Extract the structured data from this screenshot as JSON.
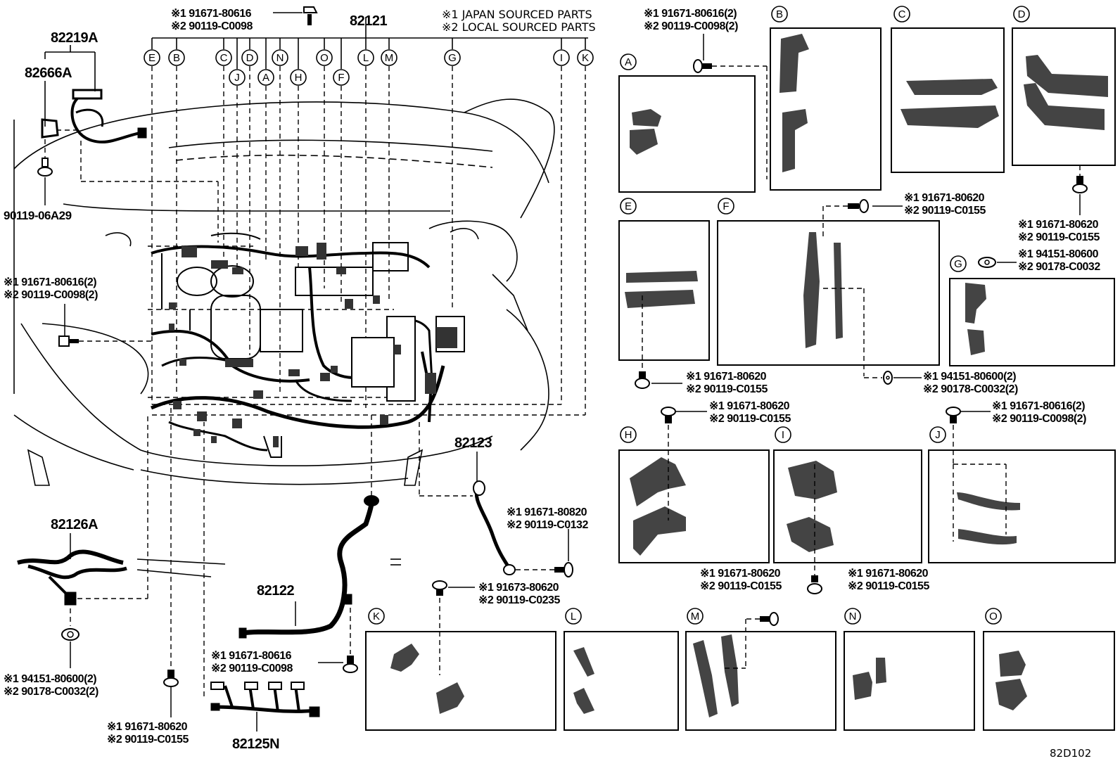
{
  "header": {
    "note1": "※1 JAPAN SOURCED PARTS",
    "note2": "※2 LOCAL SOURCED PARTS",
    "main_part": "82121",
    "top_bolt_1": "※1 91671-80616",
    "top_bolt_2": "※2 90119-C0098"
  },
  "left": {
    "p82219A": "82219A",
    "p82666A": "82666A",
    "p90119_06A29": "90119-06A29",
    "bolt_a_1": "※1 91671-80616(2)",
    "bolt_a_2": "※2 90119-C0098(2)",
    "p82126A": "82126A",
    "nut_a_1": "※1 94151-80600(2)",
    "nut_a_2": "※2 90178-C0032(2)",
    "bolt_b_1": "※1 91671-80620",
    "bolt_b_2": "※2 90119-C0155",
    "p82125N": "82125N",
    "p82122": "82122",
    "bolt_c_1": "※1 91671-80616",
    "bolt_c_2": "※2 90119-C0098",
    "p82123": "82123",
    "bolt_d_1": "※1 91671-80820",
    "bolt_d_2": "※2 90119-C0132",
    "bolt_e_1": "※1 91673-80620",
    "bolt_e_2": "※2 90119-C0235"
  },
  "callouts_top": [
    "E",
    "B",
    "C",
    "J",
    "D",
    "A",
    "N",
    "H",
    "O",
    "F",
    "L",
    "M",
    "G",
    "I",
    "K"
  ],
  "detail": {
    "bolt_B_1": "※1 91671-80616(2)",
    "bolt_B_2": "※2 90119-C0098(2)",
    "bolt_F_1": "※1 91671-80620",
    "bolt_F_2": "※2 90119-C0155",
    "bolt_D_1": "※1 91671-80620",
    "bolt_D_2": "※2 90119-C0155",
    "nut_G_1": "※1 94151-80600",
    "nut_G_2": "※2 90178-C0032",
    "bolt_E_1": "※1 91671-80620",
    "bolt_E_2": "※2 90119-C0155",
    "nut_F2_1": "※1 94151-80600(2)",
    "nut_F2_2": "※2 90178-C0032(2)",
    "bolt_H_1": "※1 91671-80620",
    "bolt_H_2": "※2 90119-C0155",
    "bolt_J_1": "※1 91671-80616(2)",
    "bolt_J_2": "※2 90119-C0098(2)",
    "bolt_HI_1": "※1 91671-80620",
    "bolt_HI_2": "※2 90119-C0155",
    "bolt_I_1": "※1 91671-80620",
    "bolt_I_2": "※2 90119-C0155",
    "boxes": [
      "A",
      "B",
      "C",
      "D",
      "E",
      "F",
      "G",
      "H",
      "I",
      "J",
      "K",
      "L",
      "M",
      "N",
      "O"
    ]
  },
  "code": "82D102"
}
